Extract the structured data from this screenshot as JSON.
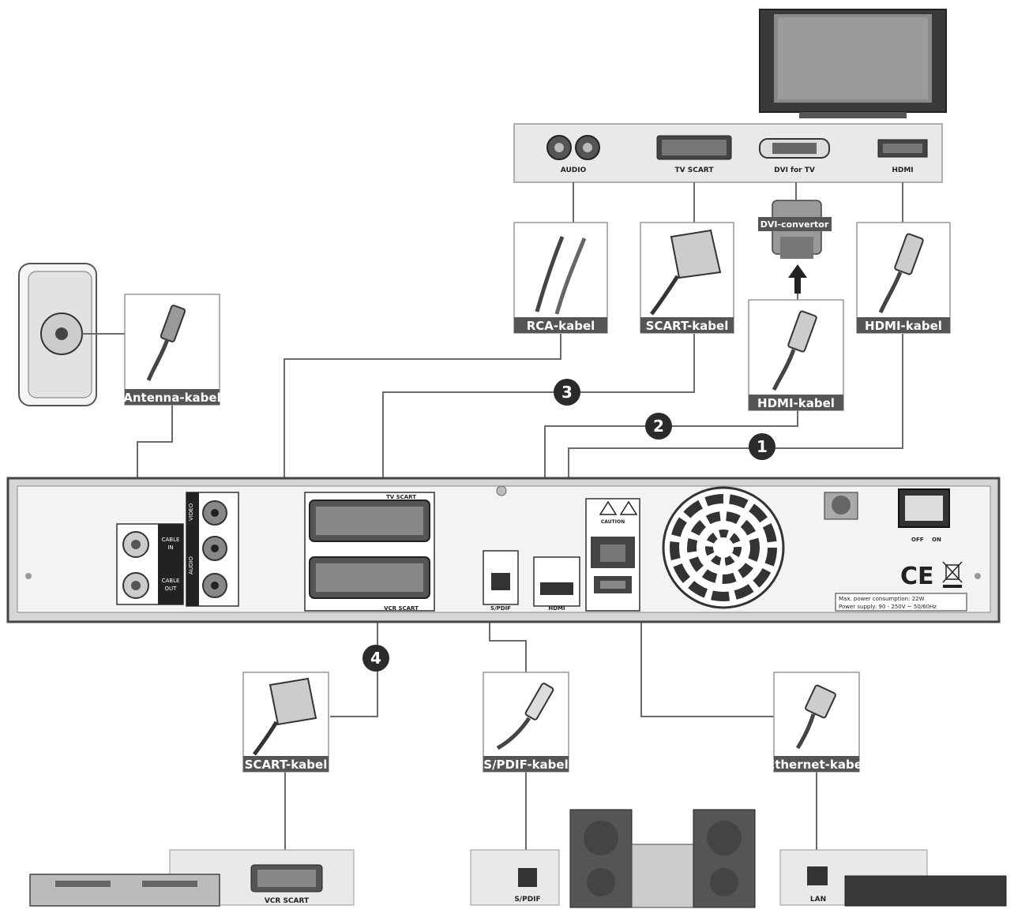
{
  "tv_panel": {
    "audio": "AUDIO",
    "tv_scart": "TV SCART",
    "dvi_for_tv": "DVI for TV",
    "hdmi": "HDMI"
  },
  "dvi_convertor": "DVI-convertor",
  "cables": {
    "rca": "RCA-kabel",
    "scart_top": "SCART-kabel",
    "hdmi_right": "HDMI-kabel",
    "hdmi_mid": "HDMI-kabel",
    "antenna": "Antenna-kabel",
    "scart_bottom": "SCART-kabel",
    "spdif": "S/PDIF-kabel",
    "ethernet": "Ethernet-kabel"
  },
  "numbers": [
    "1",
    "2",
    "3",
    "4"
  ],
  "receiver": {
    "video": "VIDEO",
    "audio": "AUDIO",
    "cable_in": [
      "CABLE",
      "IN"
    ],
    "cable_out": [
      "CABLE",
      "OUT"
    ],
    "tv_scart": "TV SCART",
    "vcr_scart": "VCR SCART",
    "spdif": "S/PDIF",
    "hdmi": "HDMI",
    "off": "OFF",
    "on": "ON",
    "caution": "CAUTION",
    "ce": "CE",
    "power_line1": "Max. power consumption: 22W",
    "power_line2": "Power supply: 90 - 250V ~ 50/60Hz"
  },
  "devices": {
    "vcr_scart": "VCR SCART",
    "spdif": "S/PDIF",
    "lan": "LAN"
  },
  "colors": {
    "label_bg": "#555555",
    "wire": "#6b6b6b",
    "panel": "#e9e9e9",
    "badge": "#2b2b2b"
  }
}
